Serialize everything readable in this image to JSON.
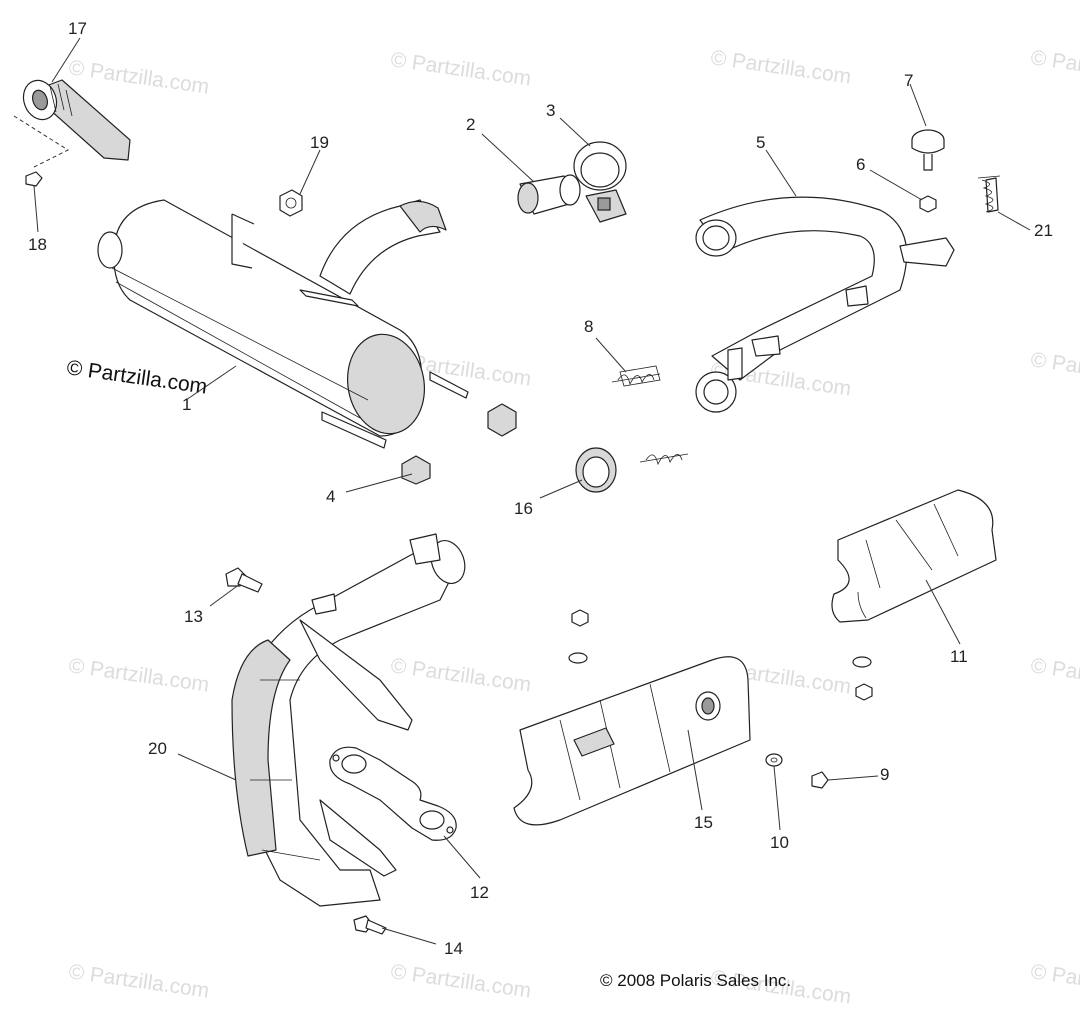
{
  "watermark": "© Partzilla.com",
  "brand_watermark": "© Partzilla.com",
  "copyright": "© 2008 Polaris Sales Inc.",
  "callouts": [
    {
      "id": "17",
      "label": "17"
    },
    {
      "id": "18",
      "label": "18"
    },
    {
      "id": "19",
      "label": "19"
    },
    {
      "id": "1",
      "label": "1"
    },
    {
      "id": "2",
      "label": "2"
    },
    {
      "id": "3",
      "label": "3"
    },
    {
      "id": "4",
      "label": "4"
    },
    {
      "id": "5",
      "label": "5"
    },
    {
      "id": "6",
      "label": "6"
    },
    {
      "id": "7",
      "label": "7"
    },
    {
      "id": "8",
      "label": "8"
    },
    {
      "id": "21",
      "label": "21"
    },
    {
      "id": "16",
      "label": "16"
    },
    {
      "id": "13",
      "label": "13"
    },
    {
      "id": "11",
      "label": "11"
    },
    {
      "id": "20",
      "label": "20"
    },
    {
      "id": "15",
      "label": "15"
    },
    {
      "id": "10",
      "label": "10"
    },
    {
      "id": "9",
      "label": "9"
    },
    {
      "id": "12",
      "label": "12"
    },
    {
      "id": "14",
      "label": "14"
    }
  ]
}
